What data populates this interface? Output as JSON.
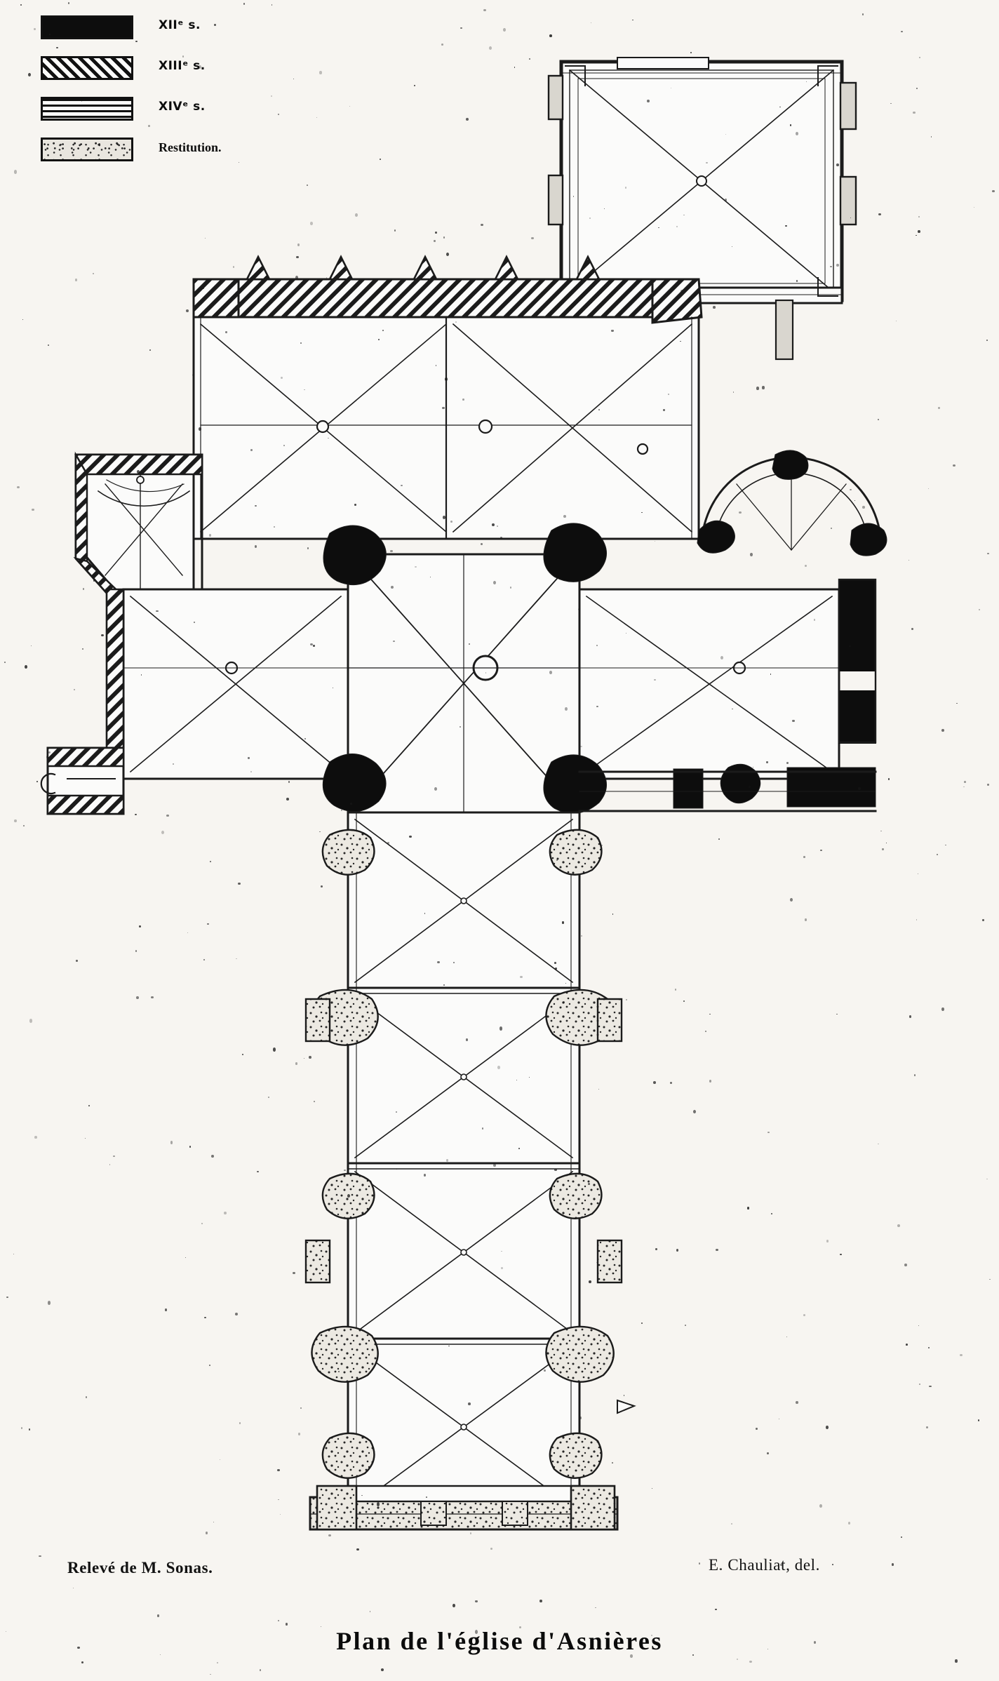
{
  "document": {
    "type": "architectural-floor-plan",
    "title": "Plan de l'église d'Asnières",
    "credit_left": "Relevé de M. Sonas.",
    "credit_right": "E. Chauliat, del."
  },
  "legend": {
    "items": [
      {
        "id": "xii",
        "pattern": "solid-black",
        "label": "XIIᵉ s."
      },
      {
        "id": "xiii",
        "pattern": "diagonal-hatch",
        "label": "XIIIᵉ s."
      },
      {
        "id": "xiv",
        "pattern": "horizontal-lines",
        "label": "XIVᵉ s."
      },
      {
        "id": "restitution",
        "pattern": "stipple",
        "label": "Restitution."
      }
    ]
  },
  "plan": {
    "description": "Cruciform church plan with nave, transept, crossing, choir and north chapel, drawn in ink with ribbed vault diagonals.",
    "parts": [
      {
        "name": "nave",
        "bays": 4
      },
      {
        "name": "crossing",
        "bays": 1
      },
      {
        "name": "north-transept-arm",
        "bays": 1
      },
      {
        "name": "south-transept-arm",
        "bays": 1
      },
      {
        "name": "choir",
        "bays": 2
      },
      {
        "name": "north-chapel",
        "bays": 1
      },
      {
        "name": "apse-chapel",
        "bays": 1
      }
    ]
  }
}
